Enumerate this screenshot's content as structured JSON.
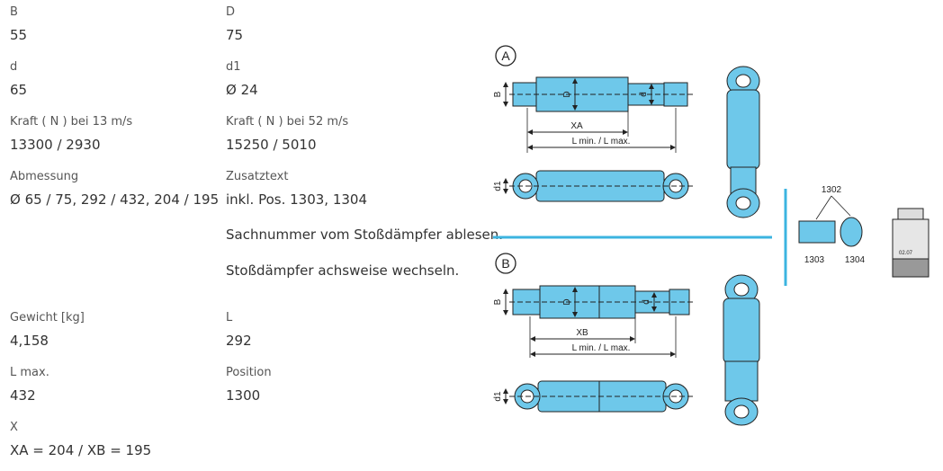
{
  "fields": {
    "b": {
      "label": "B",
      "value": "55"
    },
    "d_outer": {
      "label": "D",
      "value": "75"
    },
    "d": {
      "label": "d",
      "value": "65"
    },
    "d1": {
      "label": "d1",
      "value": "Ø 24"
    },
    "force1": {
      "label": "Kraft ( N ) bei 13 m/s",
      "value": "13300 / 2930"
    },
    "force2": {
      "label": "Kraft ( N ) bei 52 m/s",
      "value": "15250 / 5010"
    },
    "dimension": {
      "label": "Abmessung",
      "value": "Ø 65 / 75, 292 / 432, 204 / 195"
    },
    "extra_text": {
      "label": "Zusatztext",
      "value": "inkl. Pos. 1303, 1304"
    },
    "weight": {
      "label": "Gewicht [kg]",
      "value": "4,158"
    },
    "length": {
      "label": "L",
      "value": "292"
    },
    "lmax": {
      "label": "L max.",
      "value": "432"
    },
    "position": {
      "label": "Position",
      "value": "1300"
    },
    "x": {
      "label": "X",
      "value": "XA = 204 / XB = 195"
    }
  },
  "notes": {
    "note1": "Sachnummer vom Stoßdämpfer ablesen.",
    "note2": "Stoßdämpfer achsweise wechseln."
  },
  "diagram": {
    "variant_a": "A",
    "variant_b": "B",
    "label_b": "B",
    "label_d_outer": "D",
    "label_d": "d",
    "label_d1": "d1",
    "label_xa": "XA",
    "label_xb": "XB",
    "label_lrange": "L min. / L max.",
    "part_1302": "1302",
    "part_1303": "1303",
    "part_1304": "1304",
    "marking": "02.07",
    "colors": {
      "body": "#6ec8ea",
      "stroke": "#222222",
      "divider": "#3cb4e0"
    }
  }
}
